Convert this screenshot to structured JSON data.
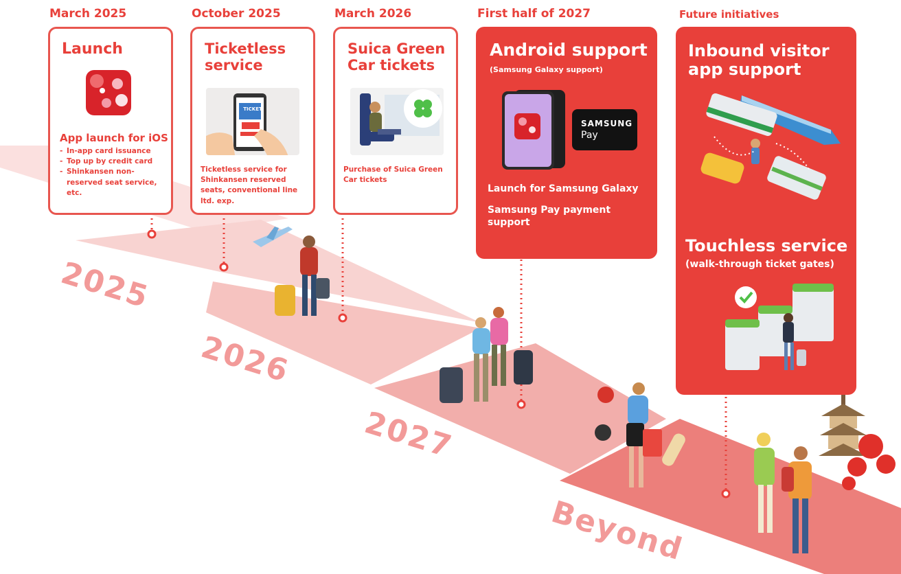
{
  "colors": {
    "accent": "#e8403a",
    "road_light": "#f6c9c7",
    "road_mid": "#ef9a96",
    "road_dark": "#e75a55"
  },
  "milestones": [
    {
      "date": "March 2025",
      "title": "Launch",
      "subtitle": "App launch for iOS",
      "bullets": [
        "In-app card issuance",
        "Top up by credit card",
        "Shinkansen non-reserved seat service, etc."
      ],
      "illustration": "suica-app-icon"
    },
    {
      "date": "October 2025",
      "title": "Ticketless service",
      "description": "Ticketless service for Shinkansen reserved seats, conventional line ltd. exp.",
      "illustration": "phone-ticket",
      "ticket_label": "TICKET"
    },
    {
      "date": "March 2026",
      "title": "Suica Green Car tickets",
      "description": "Purchase of Suica Green Car tickets",
      "illustration": "green-car-passenger"
    },
    {
      "date": "First half of 2027",
      "title": "Android support",
      "note": "(Samsung Galaxy support)",
      "line1": "Launch for Samsung Galaxy",
      "line2": "Samsung Pay payment support",
      "illustration": "android-phone",
      "samsung_pay": {
        "brand": "SAMSUNG",
        "label": "Pay"
      }
    },
    {
      "date": "Future initiatives",
      "title": "Inbound visitor app support",
      "title2": "Touchless service",
      "note2": "(walk-through ticket gates)",
      "illustration": "trains-and-gates"
    }
  ],
  "years": [
    "2025",
    "2026",
    "2027",
    "Beyond"
  ]
}
